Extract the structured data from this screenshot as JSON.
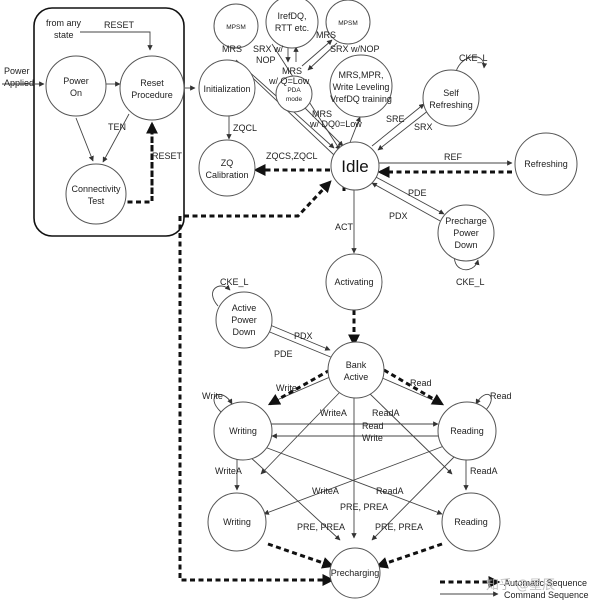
{
  "states": {
    "power_on": [
      "Power",
      "On"
    ],
    "reset_procedure": [
      "Reset",
      "Procedure"
    ],
    "connectivity_test": [
      "Connectivity",
      "Test"
    ],
    "initialization": "Initialization",
    "zq_calibration": [
      "ZQ",
      "Calibration"
    ],
    "mpsm_left": "MPSM",
    "iref": [
      "IrefDQ,",
      "RTT etc."
    ],
    "mpsm_right": "MPSM",
    "pda_mode": [
      "PDA",
      "mode"
    ],
    "mrs_mpr": [
      "MRS,MPR,",
      "Write Leveling",
      "VrefDQ training"
    ],
    "self_refreshing": [
      "Self",
      "Refreshing"
    ],
    "idle": "Idle",
    "refreshing": "Refreshing",
    "precharge_power_down": [
      "Precharge",
      "Power",
      "Down"
    ],
    "activating": "Activating",
    "active_power_down": [
      "Active",
      "Power",
      "Down"
    ],
    "bank_active": [
      "Bank",
      "Active"
    ],
    "writing_1": "Writing",
    "reading_1": "Reading",
    "writing_2": "Writing",
    "reading_2": "Reading",
    "precharging": "Precharging"
  },
  "labels": {
    "power_applied": [
      "Power",
      "Applied"
    ],
    "from_any_state": [
      "from any",
      "state"
    ],
    "reset_top": "RESET",
    "reset_side": "RESET",
    "ten": "TEN",
    "zqcl": "ZQCL",
    "zqcs_zqcl": "ZQCS,ZQCL",
    "mrs_a": "MRS",
    "srx_nop_a": [
      "SRX w/",
      "NOP"
    ],
    "mrs_b": "MRS",
    "mrs_q_low": [
      "MRS",
      "w/ Q=Low"
    ],
    "srx_nop_b": "SRX w/NOP",
    "mrs_dq0_low": [
      "MRS",
      "w/ DQ0=Low"
    ],
    "cke_l_top": "CKE_L",
    "sre": "SRE",
    "srx": "SRX",
    "ref": "REF",
    "pde_a": "PDE",
    "pdx_a": "PDX",
    "cke_l_mid": "CKE_L",
    "act": "ACT",
    "cke_l_left": "CKE_L",
    "pdx_b": "PDX",
    "pde_b": "PDE",
    "write_1": "Write",
    "read_1": "Read",
    "write_self": "Write",
    "read_self": "Read",
    "writea_1": "WriteA",
    "reada_1": "ReadA",
    "read_mid": "Read",
    "write_mid": "Write",
    "writea_2": "WriteA",
    "reada_2": "ReadA",
    "writea_3": "WriteA",
    "reada_3": "ReadA",
    "pre_prea_1": "PRE, PREA",
    "pre_prea_2": "PRE, PREA",
    "pre_prea_3": "PRE, PREA"
  },
  "legend": {
    "auto_sequence": "Automatic Sequence",
    "command_sequence": "Command Sequence"
  },
  "watermark": "知乎 @星辰",
  "colors": {
    "line": "#444444",
    "auto_line": "#111111",
    "state_stroke": "#555555",
    "background": "#ffffff"
  }
}
